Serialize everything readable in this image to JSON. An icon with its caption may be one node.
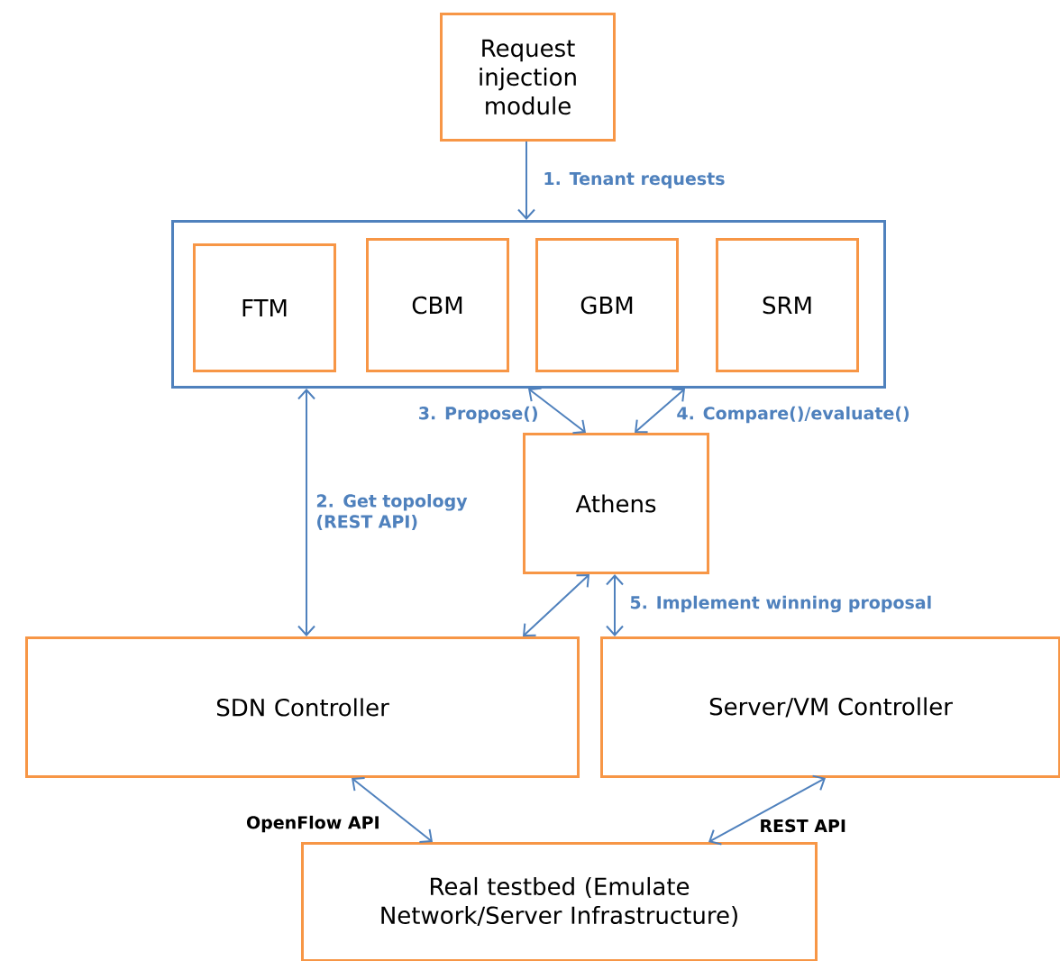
{
  "diagram": {
    "nodes": [
      {
        "text": [
          "Request injection module"
        ]
      },
      {
        "text": [],
        "shape": "box"
      },
      {
        "text": [
          "FTM"
        ],
        "in": 1
      },
      {
        "text": [
          "CBM"
        ],
        "in": 1
      },
      {
        "text": [
          "GBM"
        ],
        "in": 1
      },
      {
        "text": [
          "SRM"
        ],
        "in": 1
      },
      {
        "text": [
          "Athens"
        ]
      },
      {
        "text": [
          "SDN Controller"
        ]
      },
      {
        "text": [
          "Server/VM Controller"
        ]
      },
      {
        "text": [
          "Real testbed (Emulate Network/Server Infrastructure)"
        ]
      }
    ],
    "edges": [
      {
        "from": 0,
        "to": 1,
        "arrow": "to",
        "label": "1. Tenant requests"
      },
      {
        "from": 1,
        "to": 7,
        "arrow": "both",
        "label": "2. Get topology (REST API)"
      },
      {
        "from": 1,
        "to": 6,
        "arrow": "both",
        "label": "3. Propose()"
      },
      {
        "from": 1,
        "to": 6,
        "arrow": "both",
        "label": "4. Compare()/evaluate()"
      },
      {
        "from": 6,
        "to": 7,
        "arrow": "both"
      },
      {
        "from": 6,
        "to": 8,
        "arrow": "both",
        "label": "5. Implement winning proposal"
      },
      {
        "from": 7,
        "to": 9,
        "arrow": "both",
        "label": "OpenFlow API"
      },
      {
        "from": 8,
        "to": 9,
        "arrow": "both",
        "label": "REST API"
      }
    ]
  }
}
